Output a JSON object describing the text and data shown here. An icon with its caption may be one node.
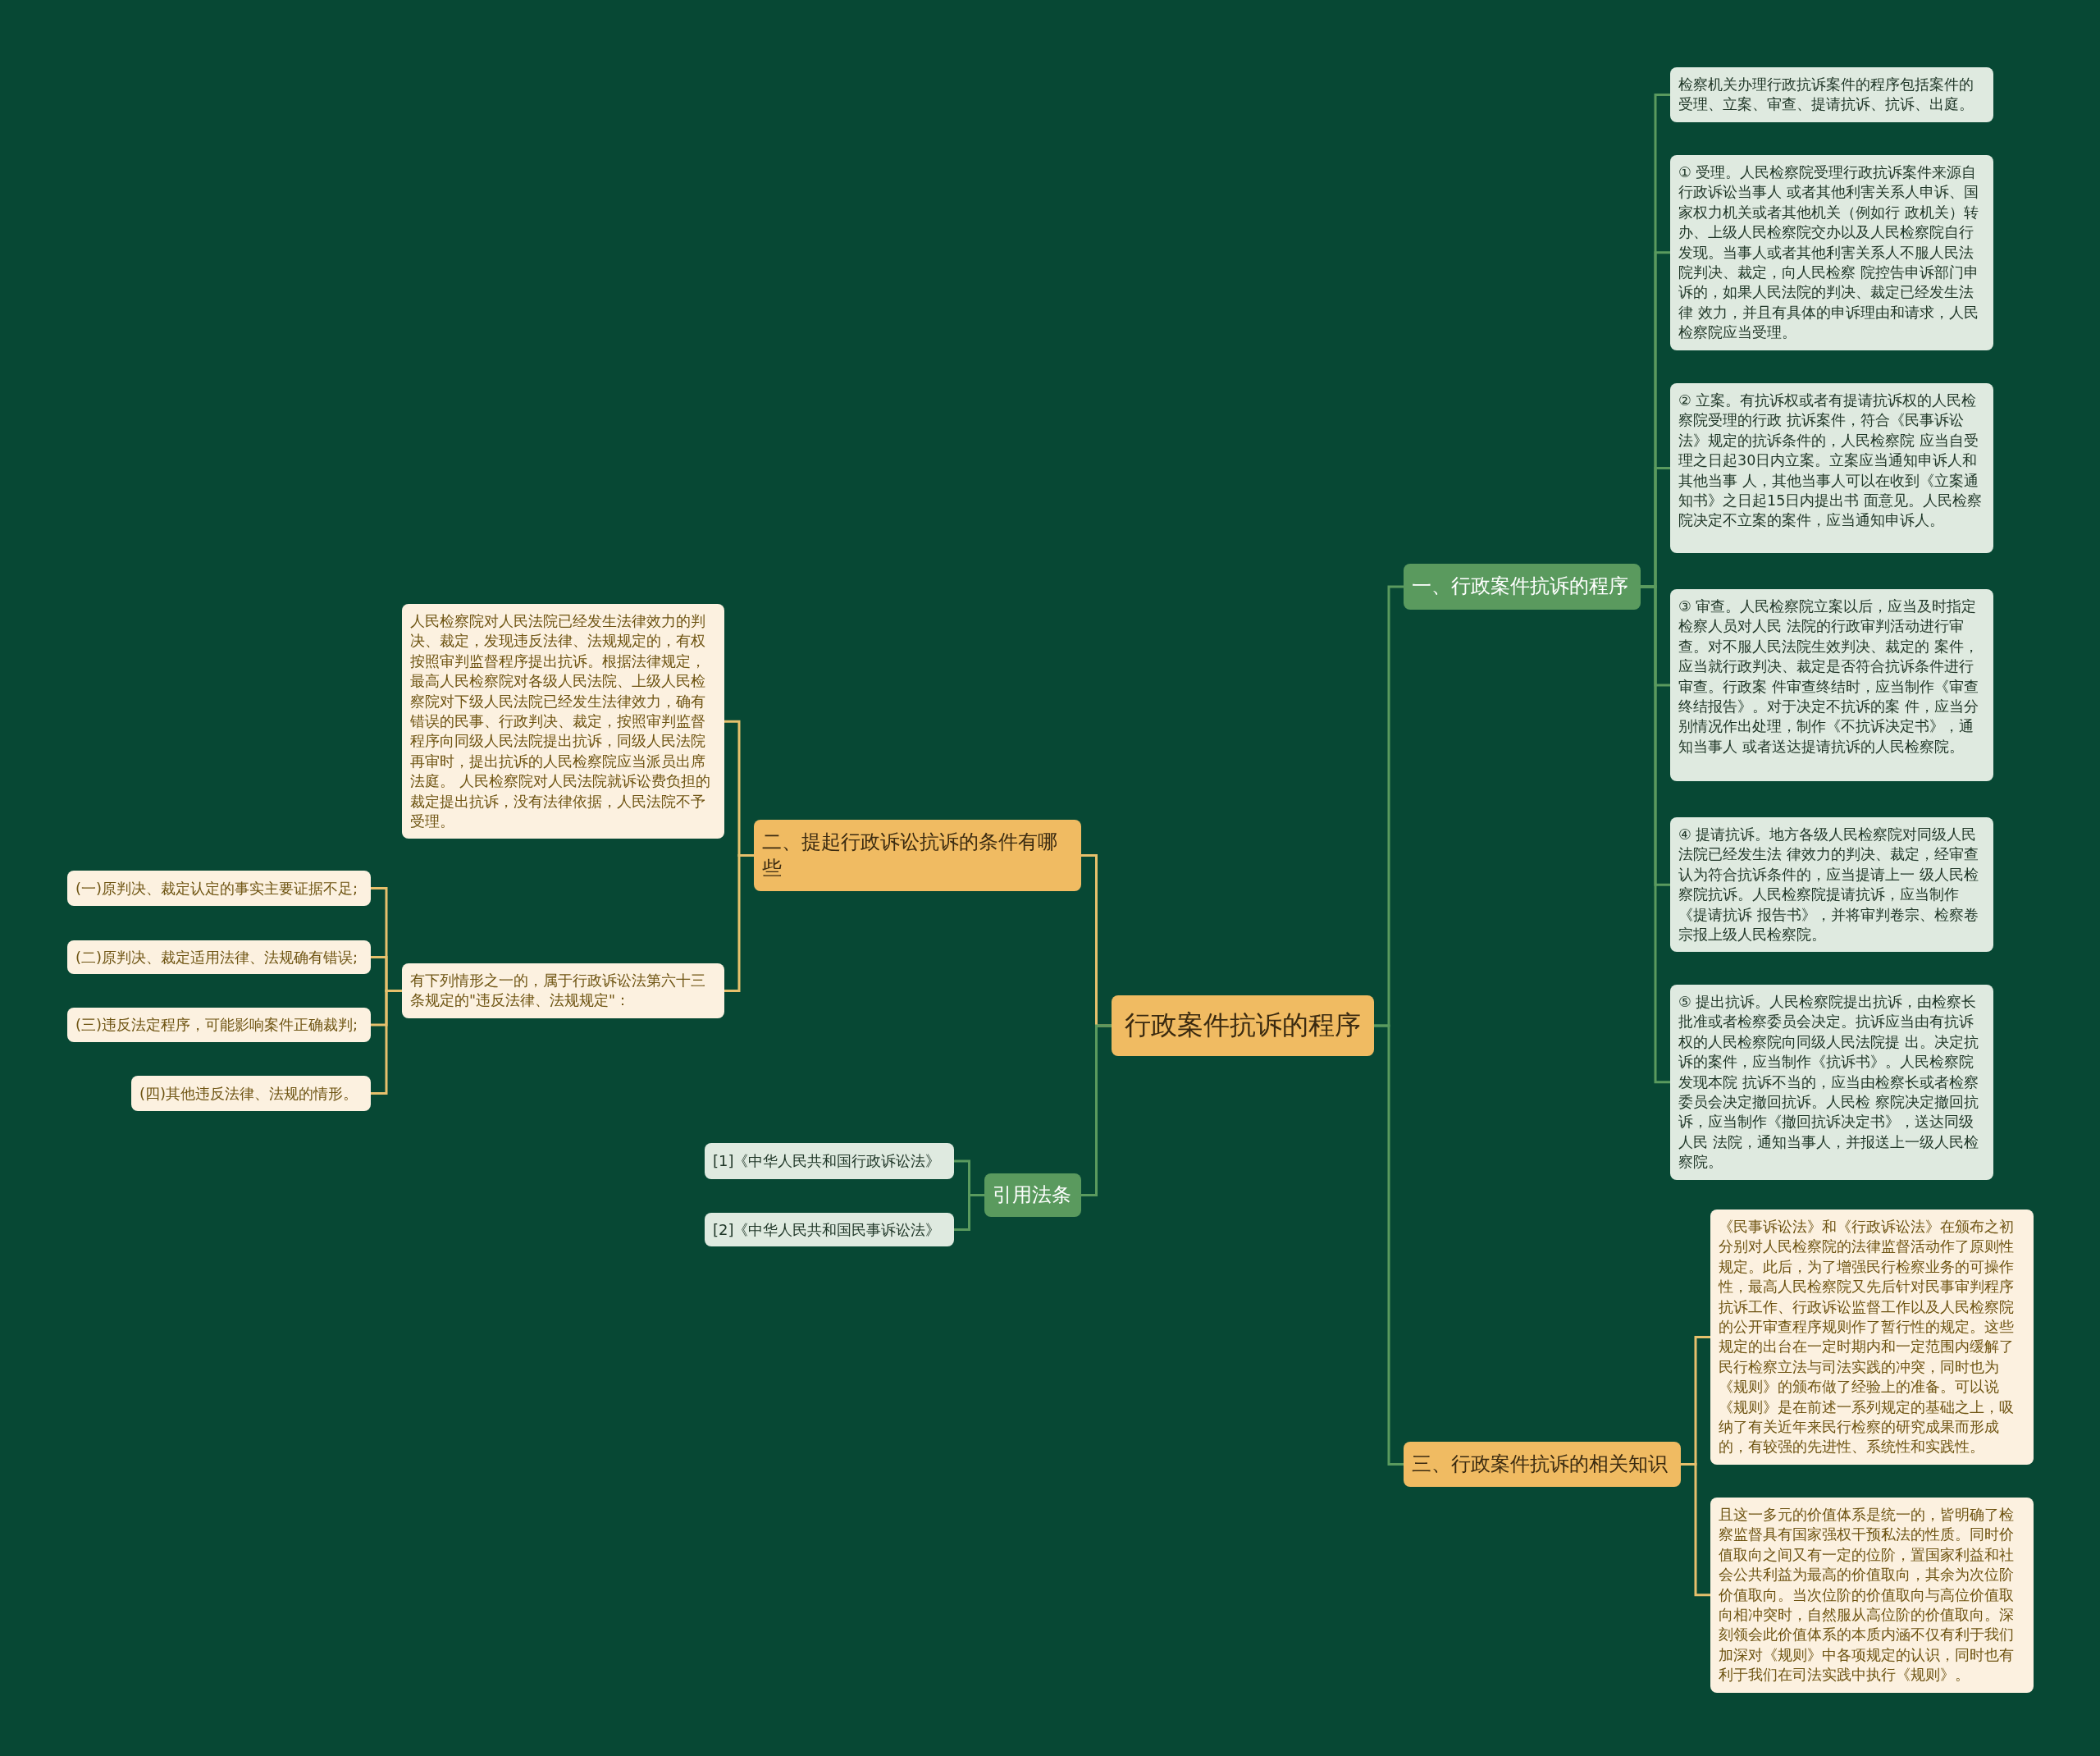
{
  "diagram": {
    "nodes": [
      {
        "text": [
          "行政案件抗诉的程序"
        ]
      },
      {
        "text": [
          "一、行政案件抗诉的程序"
        ]
      },
      {
        "text": [
          "检察机关办理行政抗诉案件的程序包括案件的受理、立案、审查、提请抗诉、抗诉、出庭。"
        ]
      },
      {
        "text": [
          "① 受理。人民检察院受理行政抗诉案件来源自行政诉讼当事人 或者其他利害关系人申诉、国家权力机关或者其他机关（例如行 政机关）转办、上级人民检察院交办以及人民检察院自行发现。当事人或者其他利害关系人不服人民法院判决、裁定，向人民检察 院控告申诉部门申诉的，如果人民法院的判决、裁定已经发生法律 效力，并且有具体的申诉理由和请求，人民检察院应当受理。"
        ]
      },
      {
        "text": [
          "② 立案。有抗诉权或者有提请抗诉权的人民检察院受理的行政 抗诉案件，符合《民事诉讼法》规定的抗诉条件的，人民检察院 应当自受理之日起30日内立案。立案应当通知申诉人和其他当事 人，其他当事人可以在收到《立案通知书》之日起15日内提出书 面意见。人民检察院决定不立案的案件，应当通知申诉人。"
        ]
      },
      {
        "text": [
          "③ 审查。人民检察院立案以后，应当及时指定检察人员对人民 法院的行政审判活动进行审查。对不服人民法院生效判决、裁定的 案件，应当就行政判决、裁定是否符合抗诉条件进行审查。行政案 件审查终结时，应当制作《审查终结报告》。对于决定不抗诉的案 件，应当分别情况作出处理，制作《不抗诉决定书》，通知当事人 或者送达提请抗诉的人民检察院。"
        ]
      },
      {
        "text": [
          "④ 提请抗诉。地方各级人民检察院对同级人民法院已经发生法 律效力的判决、裁定，经审查认为符合抗诉条件的，应当提请上一 级人民检察院抗诉。人民检察院提请抗诉，应当制作《提请抗诉 报告书》，并将审判卷宗、检察卷宗报上级人民检察院。"
        ]
      },
      {
        "text": [
          "⑤ 提出抗诉。人民检察院提出抗诉，由检察长批准或者检察委员会决定。抗诉应当由有抗诉权的人民检察院向同级人民法院提 出。决定抗诉的案件，应当制作《抗诉书》。人民检察院发现本院 抗诉不当的，应当由检察长或者检察委员会决定撤回抗诉。人民检 察院决定撤回抗诉，应当制作《撤回抗诉决定书》，送达同级人民 法院，通知当事人，并报送上一级人民检察院。"
        ]
      },
      {
        "text": [
          "三、行政案件抗诉的相关知识"
        ]
      },
      {
        "text": [
          "《民事诉讼法》和《行政诉讼法》在颁布之初分别对人民检察院的法律监督活动作了原则性规定。此后，为了增强民行检察业务的可操作性，最高人民检察院又先后针对民事审判程序抗诉工作、行政诉讼监督工作以及人民检察院的公开审查程序规则作了暂行性的规定。这些规定的出台在一定时期内和一定范围内缓解了民行检察立法与司法实践的冲突，同时也为《规则》的颁布做了经验上的准备。可以说《规则》是在前述一系列规定的基础之上，吸纳了有关近年来民行检察的研究成果而形成的，有较强的先进性、系统性和实践性。"
        ]
      },
      {
        "text": [
          "且这一多元的价值体系是统一的，皆明确了检察监督具有国家强权干预私法的性质。同时价值取向之间又有一定的位阶，置国家利益和社会公共利益为最高的价值取向，其余为次位阶价值取向。当次位阶的价值取向与高位价值取向相冲突时，自然服从高位阶的价值取向。深刻领会此价值体系的本质内涵不仅有利于我们加深对《规则》中各项规定的认识，同时也有利于我们在司法实践中执行《规则》。"
        ]
      },
      {
        "text": [
          "二、提起行政诉讼抗诉的条件有哪些"
        ]
      },
      {
        "text": [
          "人民检察院对人民法院已经发生法律效力的判决、裁定，发现违反法律、法规规定的，有权按照审判监督程序提出抗诉。根据法律规定，最高人民检察院对各级人民法院、上级人民检察院对下级人民法院已经发生法律效力，确有错误的民事、行政判决、裁定，按照审判监督程序向同级人民法院提出抗诉，同级人民法院再审时，提出抗诉的人民检察院应当派员出席法庭。 人民检察院对人民法院就诉讼费负担的裁定提出抗诉，没有法律依据，人民法院不予受理。"
        ]
      },
      {
        "text": [
          "有下列情形之一的，属于行政诉讼法第六十三条规定的\"违反法律、法规规定\"："
        ]
      },
      {
        "text": [
          "(一)原判决、裁定认定的事实主要证据不足;"
        ]
      },
      {
        "text": [
          "(二)原判决、裁定适用法律、法规确有错误;"
        ]
      },
      {
        "text": [
          "(三)违反法定程序，可能影响案件正确裁判;"
        ]
      },
      {
        "text": [
          "(四)其他违反法律、法规的情形。"
        ]
      },
      {
        "text": [
          "引用法条"
        ]
      },
      {
        "text": [
          "[1]《中华人民共和国行政诉讼法》"
        ]
      },
      {
        "text": [
          "[2]《中华人民共和国民事诉讼法》"
        ]
      }
    ],
    "edges": [
      {
        "from": 0,
        "to": 1,
        "arrow": "none"
      },
      {
        "from": 1,
        "to": 2,
        "arrow": "none"
      },
      {
        "from": 1,
        "to": 3,
        "arrow": "none"
      },
      {
        "from": 1,
        "to": 4,
        "arrow": "none"
      },
      {
        "from": 1,
        "to": 5,
        "arrow": "none"
      },
      {
        "from": 1,
        "to": 6,
        "arrow": "none"
      },
      {
        "from": 1,
        "to": 7,
        "arrow": "none"
      },
      {
        "from": 0,
        "to": 8,
        "arrow": "none"
      },
      {
        "from": 8,
        "to": 9,
        "arrow": "none",
        "color": "#e6c06c"
      },
      {
        "from": 8,
        "to": 10,
        "arrow": "none",
        "color": "#e6c06c"
      },
      {
        "from": 0,
        "to": 11,
        "arrow": "none",
        "color": "#e6c06c"
      },
      {
        "from": 11,
        "to": 12,
        "arrow": "none",
        "color": "#e6c06c"
      },
      {
        "from": 11,
        "to": 13,
        "arrow": "none",
        "color": "#e6c06c"
      },
      {
        "from": 13,
        "to": 14,
        "arrow": "none",
        "color": "#e6c06c"
      },
      {
        "from": 13,
        "to": 15,
        "arrow": "none",
        "color": "#e6c06c"
      },
      {
        "from": 13,
        "to": 16,
        "arrow": "none",
        "color": "#e6c06c"
      },
      {
        "from": 13,
        "to": 17,
        "arrow": "none",
        "color": "#e6c06c"
      },
      {
        "from": 0,
        "to": 18,
        "arrow": "none"
      },
      {
        "from": 18,
        "to": 19,
        "arrow": "none"
      },
      {
        "from": 18,
        "to": 20,
        "arrow": "none"
      }
    ]
  }
}
